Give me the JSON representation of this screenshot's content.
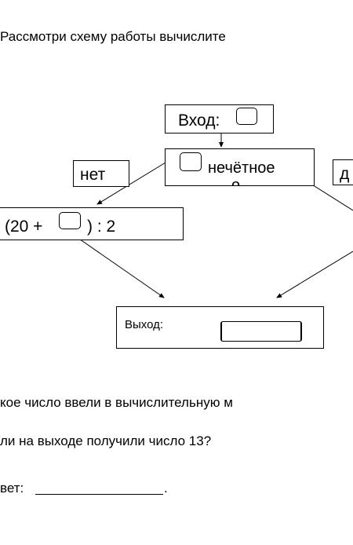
{
  "header": {
    "instruction": "Рассмотри схему работы вычислите"
  },
  "diagram": {
    "input_label": "Вход:",
    "condition_label": "нечётное",
    "condition_cut": "о",
    "no_label": "нет",
    "yes_label": "д",
    "formula_left": "(20 +",
    "formula_right": ") : 2",
    "output_label": "Выход:"
  },
  "question": {
    "line1": "кое число ввели в вычислительную м",
    "line2": "ли на выходе получили число 13?",
    "answer_label": "вет:",
    "answer_end": "."
  }
}
